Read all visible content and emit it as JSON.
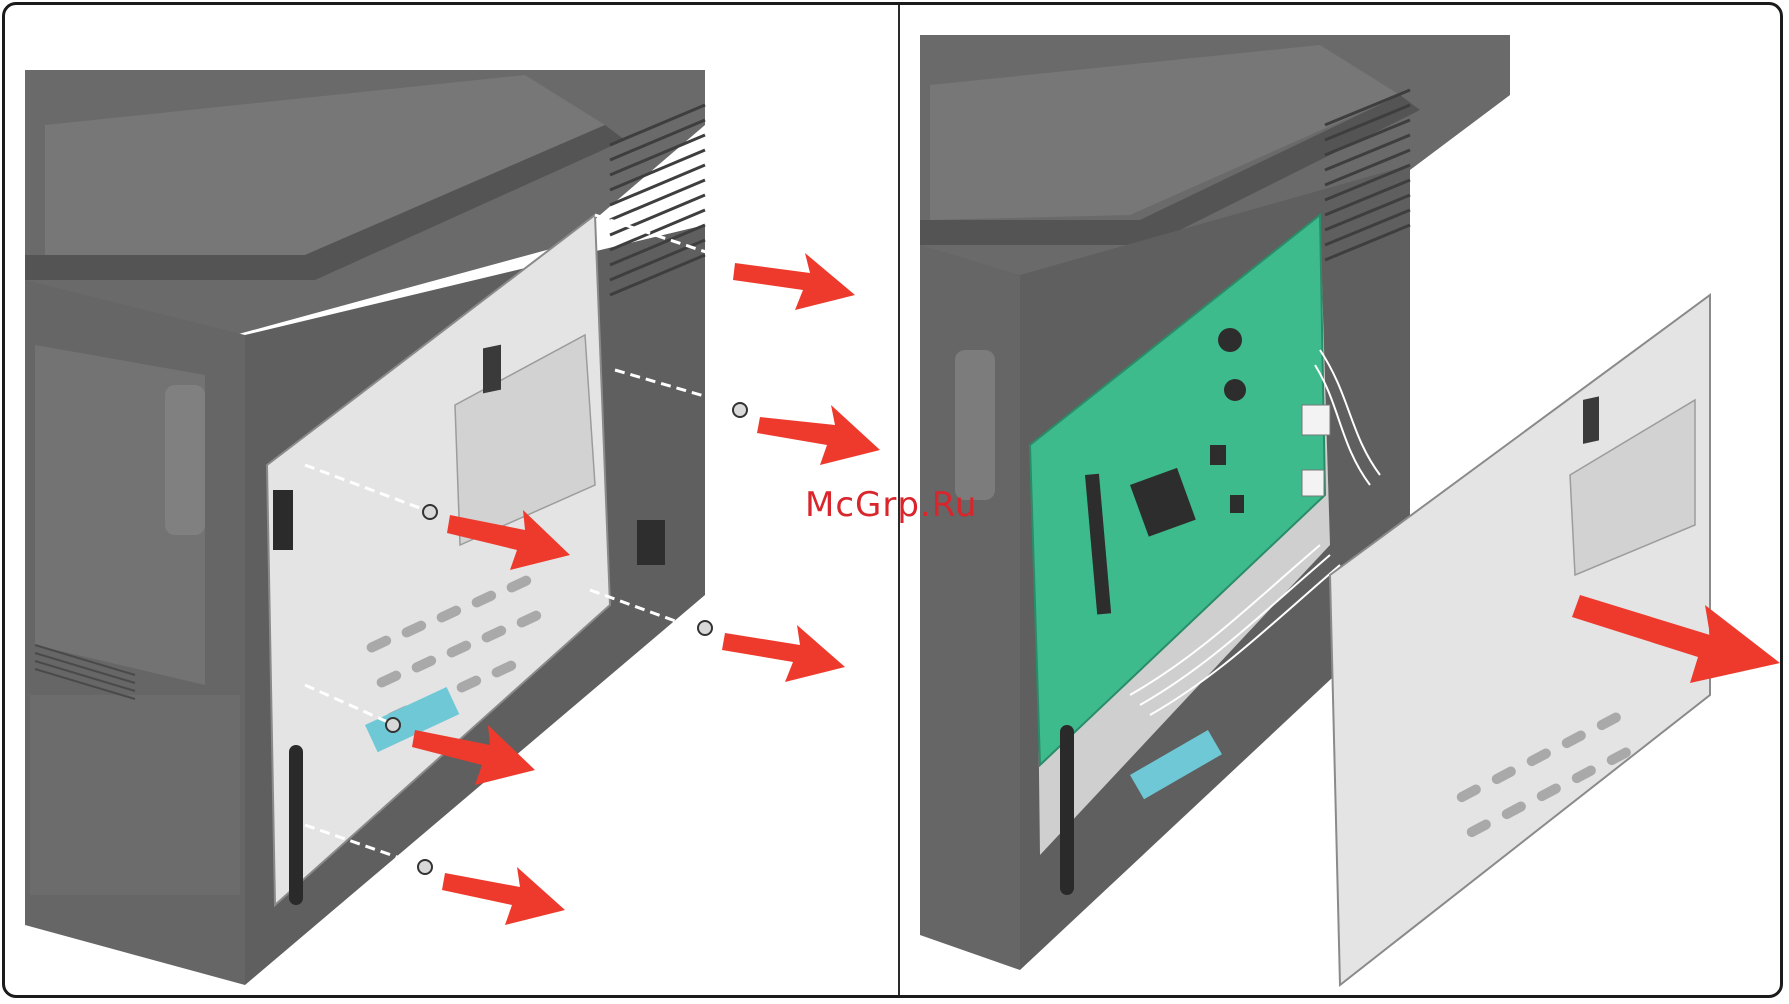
{
  "watermark": {
    "text": "McGrp.Ru",
    "color": "#d8262c"
  },
  "colors": {
    "printer_dark": "#5d5d5d",
    "printer_mid": "#7a7a7a",
    "printer_light": "#9a9a9a",
    "cover_plate": "#e4e4e4",
    "board_green": "#3dbb8d",
    "arrow_red": "#ee3a2c",
    "light_blue": "#6fc8d6"
  },
  "panels": [
    {
      "id": "left",
      "step": "remove-screws",
      "screw_count": 5
    },
    {
      "id": "right",
      "step": "remove-cover",
      "screw_count": 0
    }
  ]
}
